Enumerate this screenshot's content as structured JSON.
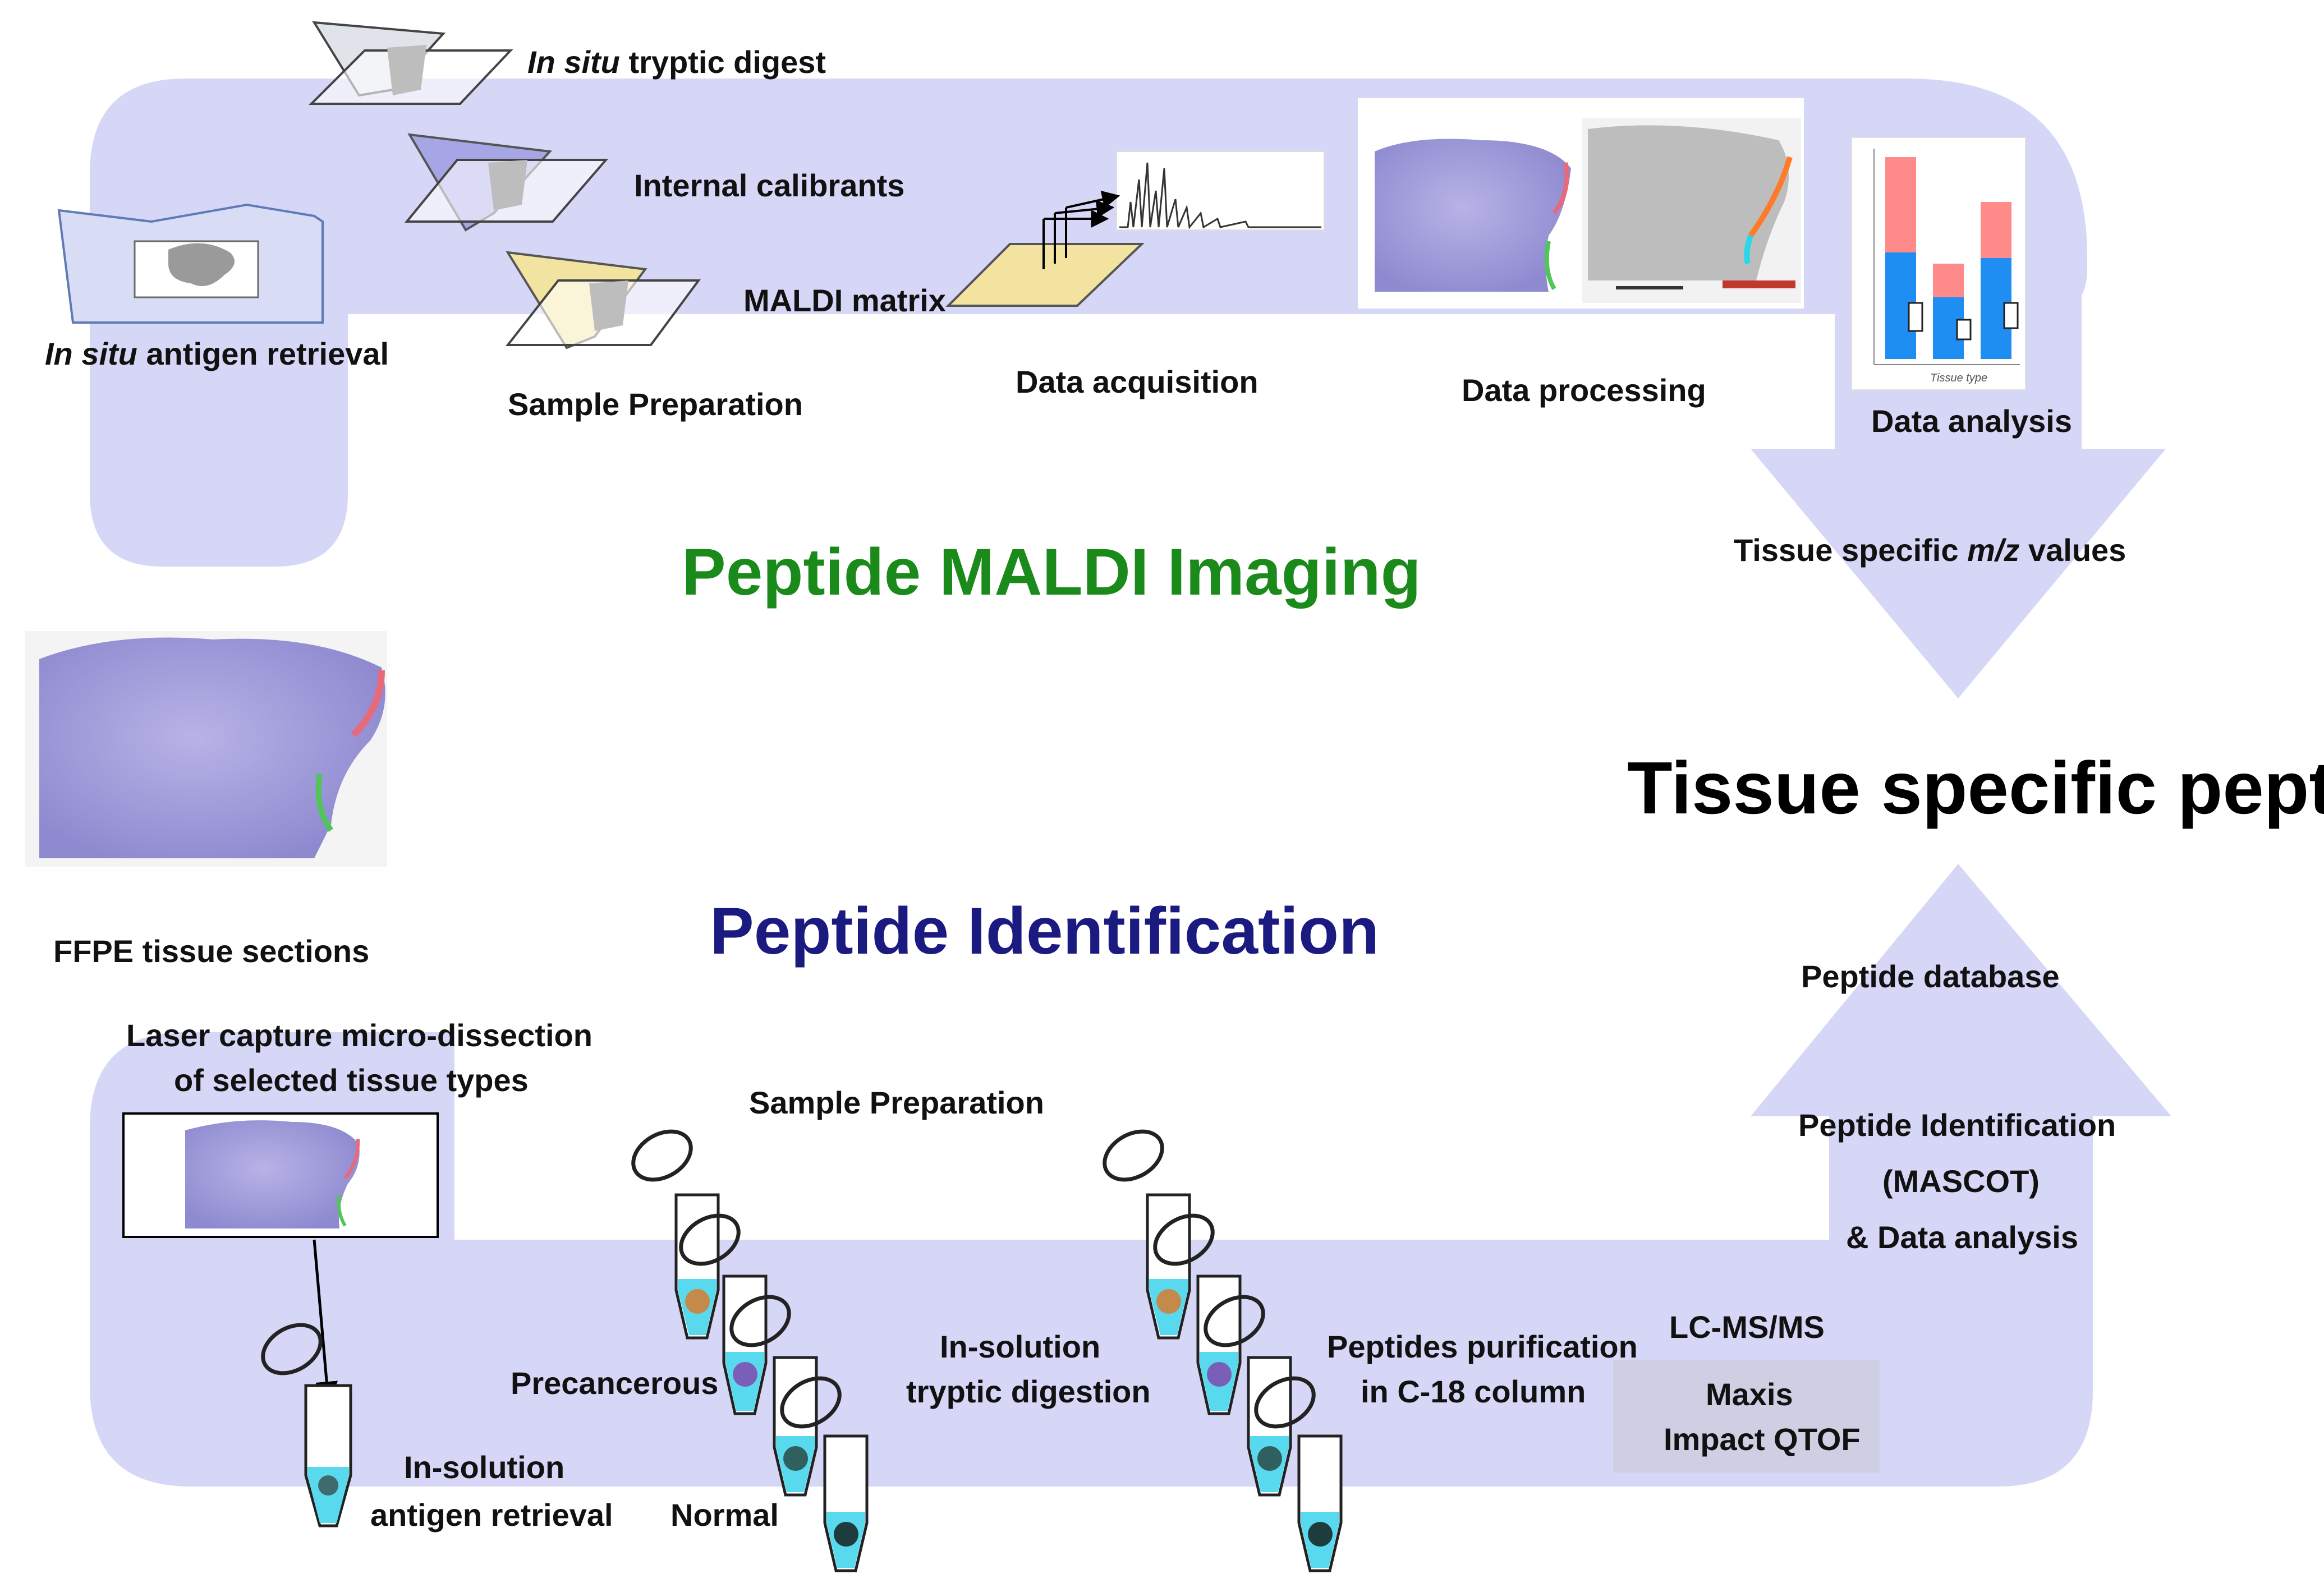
{
  "titles": {
    "maldi": "Peptide MALDI Imaging",
    "identification": "Peptide Identification",
    "result": "Tissue specific peptides"
  },
  "top_flow": {
    "antigen_retrieval": {
      "italic": "In situ",
      "rest": " antigen retrieval"
    },
    "tryptic_digest": {
      "italic": "In situ",
      "rest": " tryptic digest"
    },
    "internal_calibrants": "Internal calibrants",
    "maldi_matrix": "MALDI matrix",
    "sample_preparation": "Sample Preparation",
    "data_acquisition": "Data acquisition",
    "data_processing": "Data processing",
    "data_analysis": "Data analysis",
    "mz_values": {
      "pre": "Tissue specific ",
      "italic": "m/z",
      "post": " values"
    },
    "plot_axis_label": "Tissue type"
  },
  "left": {
    "ffpe": "FFPE tissue sections"
  },
  "bottom_flow": {
    "lcm_line1": "Laser capture micro-dissection",
    "lcm_line2": "of selected tissue types",
    "insolution_retrieval_line1": "In-solution",
    "insolution_retrieval_line2": "antigen retrieval",
    "sample_preparation": "Sample Preparation",
    "precancerous": "Precancerous",
    "normal": "Normal",
    "insolution_digestion_line1": "In-solution",
    "insolution_digestion_line2": "tryptic digestion",
    "purification_line1": "Peptides purification",
    "purification_line2": "in C-18 column",
    "lcms": "LC-MS/MS",
    "instrument_line1": "Maxis",
    "instrument_line2": "Impact QTOF",
    "identification_line1": "Peptide Identification",
    "identification_line2": "(MASCOT)",
    "identification_line3": "& Data analysis",
    "database": "Peptide database"
  },
  "colors": {
    "band": "#d6d6f7",
    "maldi_title": "#1a8a1a",
    "identification_title": "#1a1a80",
    "tissue": "#a9a6dc",
    "matrix": "#f3e3a0",
    "calibrant": "#a6a6e6",
    "liquid": "#59d9ee"
  }
}
